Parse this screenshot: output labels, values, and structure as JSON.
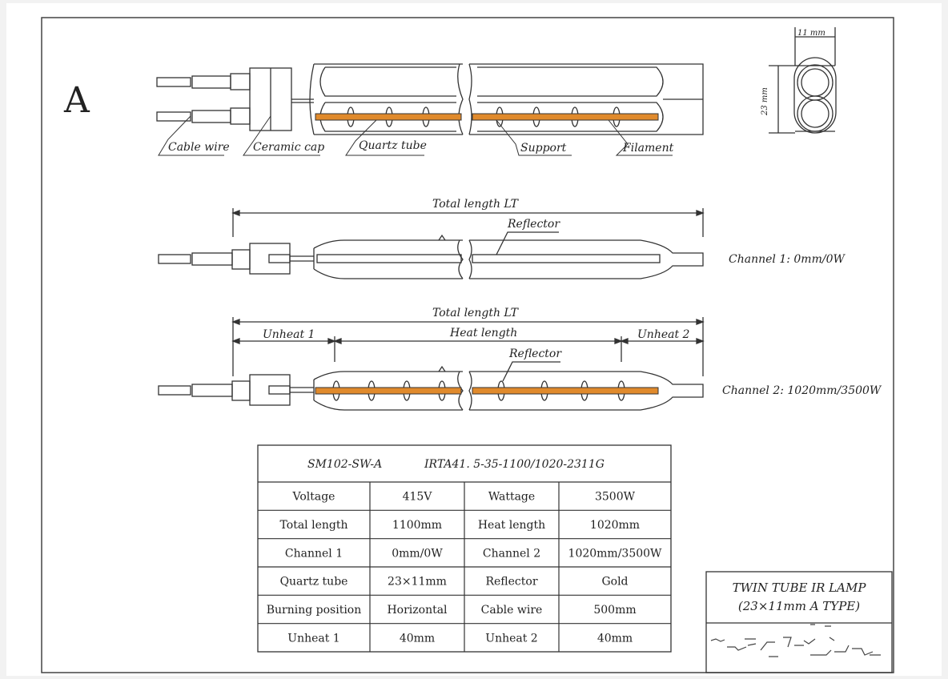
{
  "sheet_letter": "A",
  "labels": {
    "cable_wire": "Cable wire",
    "ceramic_cap": "Ceramic cap",
    "quartz_tube": "Quartz tube",
    "support": "Support",
    "filament": "Filament",
    "dim_width": "11 mm",
    "dim_height": "23 mm",
    "total_length_1": "Total length LT",
    "reflector_1": "Reflector",
    "channel_1": "Channel 1: 0mm/0W",
    "total_length_2": "Total length LT",
    "unheat_1": "Unheat 1",
    "heat_length": "Heat length",
    "unheat_2": "Unheat 2",
    "reflector_2": "Reflector",
    "channel_2": "Channel 2: 1020mm/3500W"
  },
  "spec_table": {
    "model": "SM102-SW-A",
    "code": "IRTA41. 5-35-1100/1020-2311G",
    "rows": [
      [
        "Voltage",
        "415V",
        "Wattage",
        "3500W"
      ],
      [
        "Total length",
        "1100mm",
        "Heat length",
        "1020mm"
      ],
      [
        "Channel 1",
        "0mm/0W",
        "Channel 2",
        "1020mm/3500W"
      ],
      [
        "Quartz tube",
        "23×11mm",
        "Reflector",
        "Gold"
      ],
      [
        "Burning position",
        "Horizontal",
        "Cable wire",
        "500mm"
      ],
      [
        "Unheat 1",
        "40mm",
        "Unheat 2",
        "40mm"
      ]
    ]
  },
  "title_block": {
    "line1": "TWIN TUBE IR LAMP",
    "line2": "(23×11mm A TYPE)"
  },
  "colors": {
    "filament": "#e08a2c",
    "line": "#333333",
    "paper": "#ffffff"
  }
}
